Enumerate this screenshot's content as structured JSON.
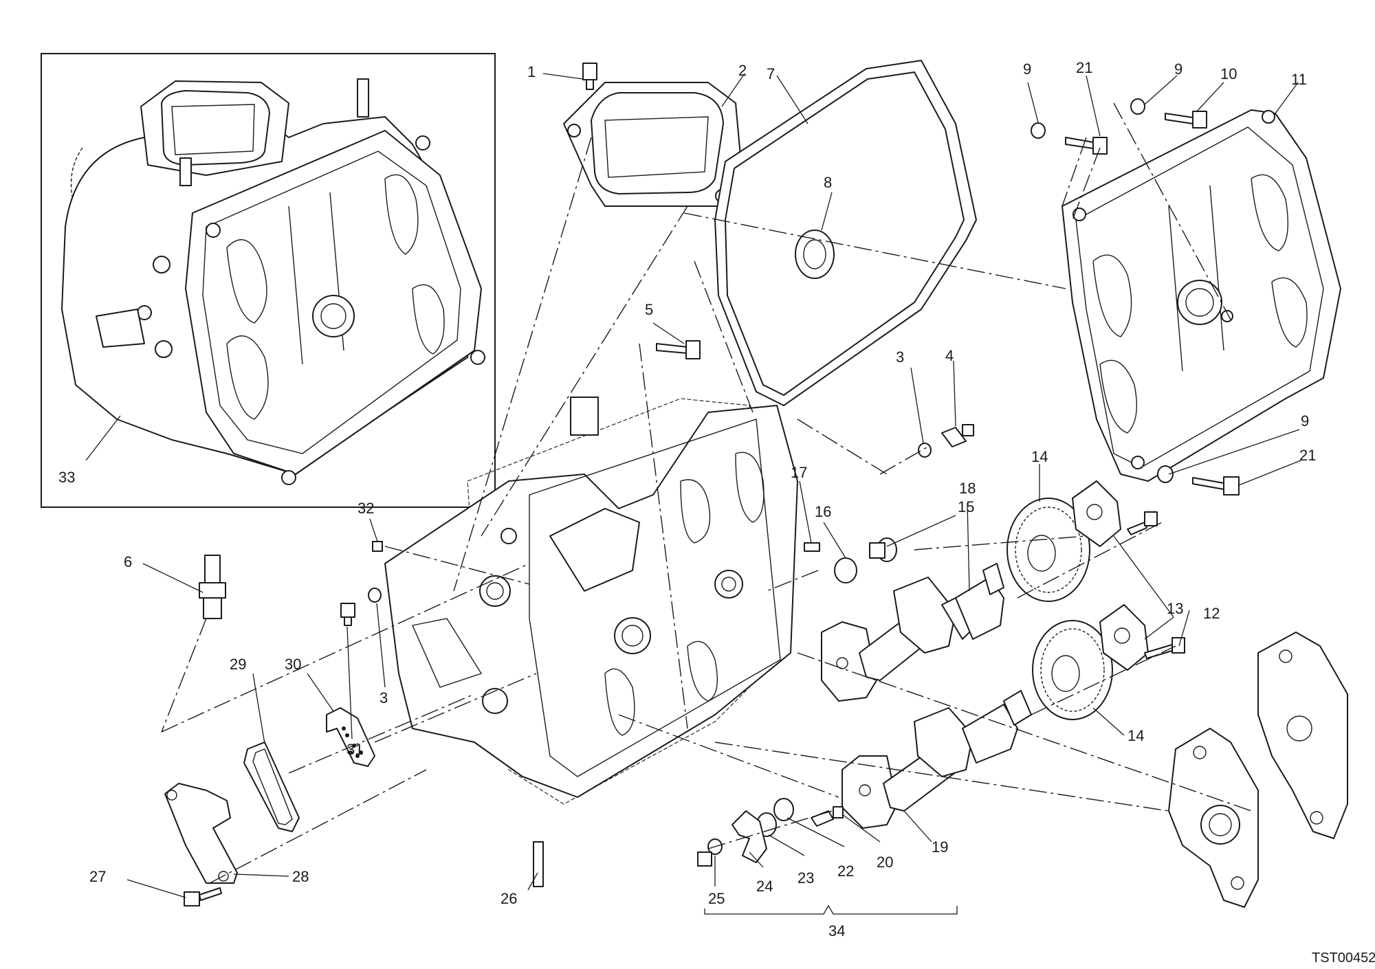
{
  "drawing_code": "TST00452",
  "callouts": [
    "1",
    "2",
    "3",
    "4",
    "5",
    "6",
    "7",
    "8",
    "9",
    "10",
    "11",
    "12",
    "13",
    "14",
    "15",
    "16",
    "17",
    "18",
    "19",
    "20",
    "21",
    "22",
    "23",
    "24",
    "25",
    "26",
    "27",
    "28",
    "29",
    "30",
    "31",
    "32",
    "33",
    "34"
  ],
  "extra_callouts": [
    "3",
    "9",
    "9",
    "14",
    "21"
  ]
}
